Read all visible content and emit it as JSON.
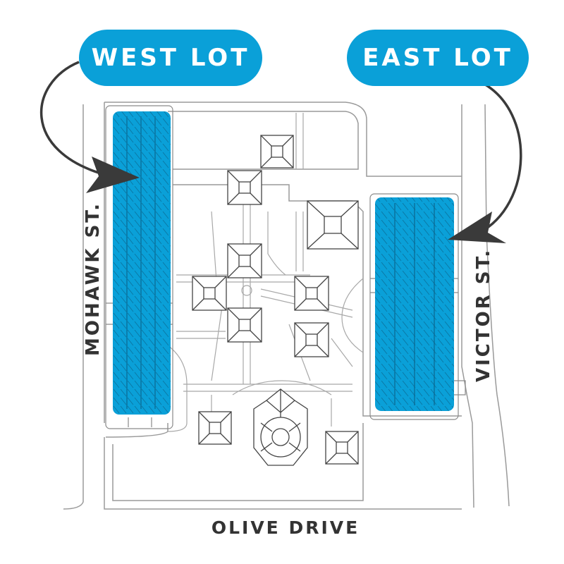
{
  "labels": {
    "west_lot": "WEST LOT",
    "east_lot": "EAST LOT",
    "west_street": "MOHAWK ST.",
    "east_street": "VICTOR ST.",
    "south_street": "OLIVE DRIVE"
  },
  "colors": {
    "lot_highlight": "#0aa0d8",
    "pill_background": "#0aa0d8",
    "pill_text": "#ffffff",
    "roads_paths": "#9a9a9a",
    "buildings": "#444444",
    "arrows": "#3a3a3a",
    "street_label": "#333333"
  },
  "icons": {
    "west_arrow": "curved-arrow-icon",
    "east_arrow": "curved-arrow-icon"
  }
}
